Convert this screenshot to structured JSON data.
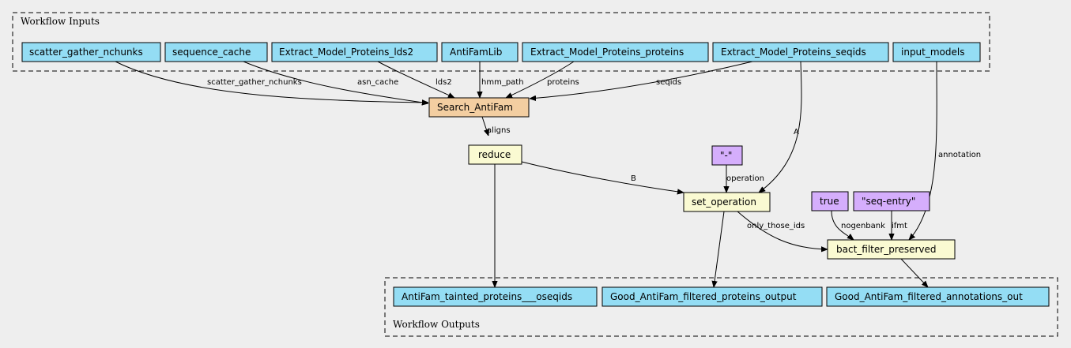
{
  "clusters": {
    "inputs_label": "Workflow Inputs",
    "outputs_label": "Workflow Outputs"
  },
  "colors": {
    "io": "#94ddf4",
    "step": "#f3cea1",
    "expression": "#fafad2",
    "constant": "#d5aefc",
    "background": "#eeeeee"
  },
  "nodes": {
    "scatter_gather_nchunks": "scatter_gather_nchunks",
    "sequence_cache": "sequence_cache",
    "extract_lds2": "Extract_Model_Proteins_lds2",
    "antifamlib": "AntiFamLib",
    "extract_proteins": "Extract_Model_Proteins_proteins",
    "extract_seqids": "Extract_Model_Proteins_seqids",
    "input_models": "input_models",
    "search_antifam": "Search_AntiFam",
    "reduce": "reduce",
    "const_dash": "\"-\"",
    "set_operation": "set_operation",
    "const_true": "true",
    "const_seq_entry": "\"seq-entry\"",
    "bact_filter": "bact_filter_preserved",
    "out_tainted": "AntiFam_tainted_proteins___oseqids",
    "out_good_proteins": "Good_AntiFam_filtered_proteins_output",
    "out_good_annotations": "Good_AntiFam_filtered_annotations_out"
  },
  "edges": {
    "scatter_gather_nchunks": "scatter_gather_nchunks",
    "asn_cache": "asn_cache",
    "lds2": "lds2",
    "hmm_path": "hmm_path",
    "proteins": "proteins",
    "seqids": "seqids",
    "aligns": "aligns",
    "b": "B",
    "a": "A",
    "operation": "operation",
    "annotation": "annotation",
    "only_those_ids": "only_those_ids",
    "nogenbank": "nogenbank",
    "ifmt": "ifmt"
  }
}
